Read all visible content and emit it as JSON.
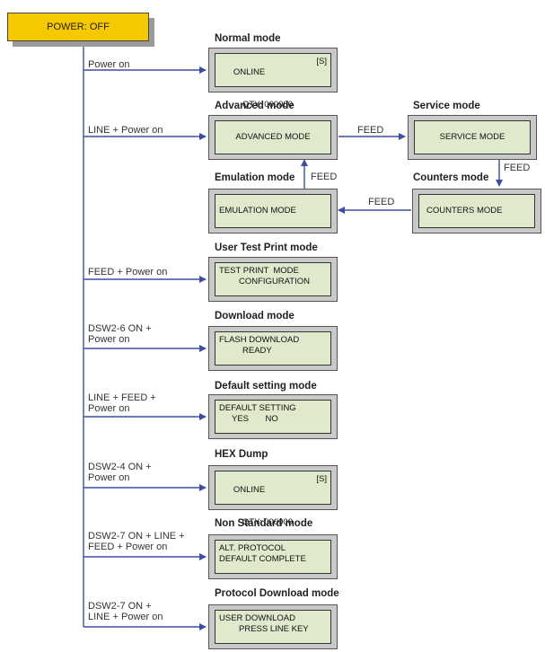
{
  "power": "POWER: OFF",
  "modes": {
    "normal": {
      "title": "Normal mode",
      "line1": "ONLINE",
      "line1_right": "[S]",
      "line2": "QTY: 000000"
    },
    "advanced": {
      "title": "Advanced mode",
      "screen": "ADVANCED MODE"
    },
    "service": {
      "title": "Service mode",
      "screen": "SERVICE MODE"
    },
    "emulation": {
      "title": "Emulation mode",
      "screen": "EMULATION MODE"
    },
    "counters": {
      "title": "Counters mode",
      "screen": "COUNTERS MODE"
    },
    "testprint": {
      "title": "User Test Print mode",
      "line1": "TEST PRINT  MODE",
      "line2": "CONFIGURATION"
    },
    "download": {
      "title": "Download mode",
      "line1": "FLASH DOWNLOAD",
      "line2": "READY"
    },
    "default": {
      "title": "Default setting mode",
      "line1": "DEFAULT SETTING",
      "line2": "YES       NO"
    },
    "hexdump": {
      "title": "HEX Dump",
      "line1": "ONLINE",
      "line1_right": "[S]",
      "line2": "QTY: 000000"
    },
    "nonstandard": {
      "title": "Non Standard mode",
      "line1": "ALT. PROTOCOL",
      "line2": "DEFAULT COMPLETE"
    },
    "protocol": {
      "title": "Protocol Download mode",
      "line1": "USER DOWNLOAD",
      "line2": "PRESS LINE KEY"
    }
  },
  "conditions": {
    "normal": "Power on",
    "advanced": "LINE + Power on",
    "testprint": "FEED + Power on",
    "download": "DSW2-6 ON +\nPower on",
    "default": "LINE + FEED +\nPower on",
    "hexdump": "DSW2-4 ON +\nPower on",
    "nonstandard": "DSW2-7 ON + LINE +\nFEED + Power on",
    "protocol": "DSW2-7 ON +\nLINE + Power on"
  },
  "feed_labels": {
    "adv_to_service": "FEED",
    "service_to_counters": "FEED",
    "counters_to_emulation": "FEED",
    "emulation_to_advanced": "FEED"
  },
  "colors": {
    "arrow": "#3b4fa0",
    "power": "#f5c800",
    "lcd": "#dfe9cc"
  }
}
